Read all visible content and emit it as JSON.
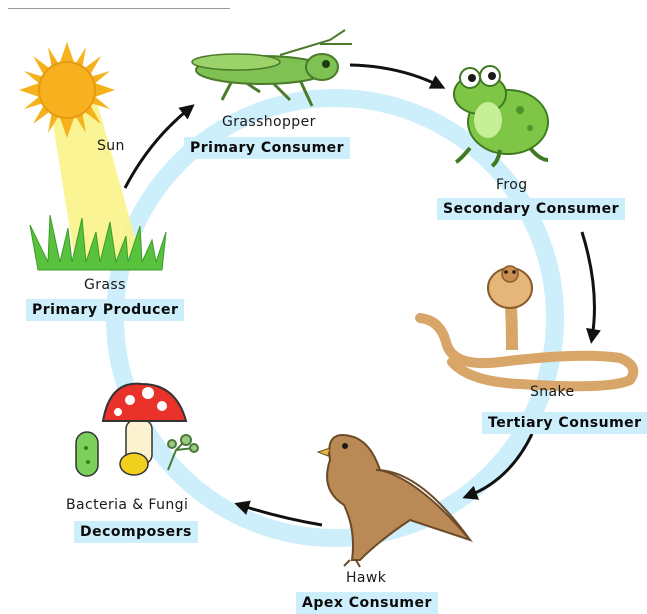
{
  "organisms": [
    {
      "name": "Sun",
      "icon": "sun-icon",
      "role": ""
    },
    {
      "name": "Grass",
      "icon": "grass-icon",
      "role": "Primary Producer"
    },
    {
      "name": "Grasshopper",
      "icon": "grasshopper-icon",
      "role": "Primary Consumer"
    },
    {
      "name": "Frog",
      "icon": "frog-icon",
      "role": "Secondary Consumer"
    },
    {
      "name": "Snake",
      "icon": "snake-icon",
      "role": "Tertiary Consumer"
    },
    {
      "name": "Hawk",
      "icon": "hawk-icon",
      "role": "Apex Consumer"
    },
    {
      "name": "Bacteria & Fungi",
      "icon": "mushroom-icon",
      "role": "Decomposers"
    }
  ],
  "colors": {
    "cycle_ring": "#cdeefb",
    "label_highlight": "#cdeefb",
    "arrow": "#111111",
    "sun": "#f6b21c",
    "sun_ray_beam": "#fbf38a",
    "grass": "#58c23c",
    "grasshopper": "#7fc152",
    "frog": "#7fc646",
    "snake": "#d8a669",
    "hawk": "#b98a55",
    "mushroom_cap": "#e8322a"
  }
}
